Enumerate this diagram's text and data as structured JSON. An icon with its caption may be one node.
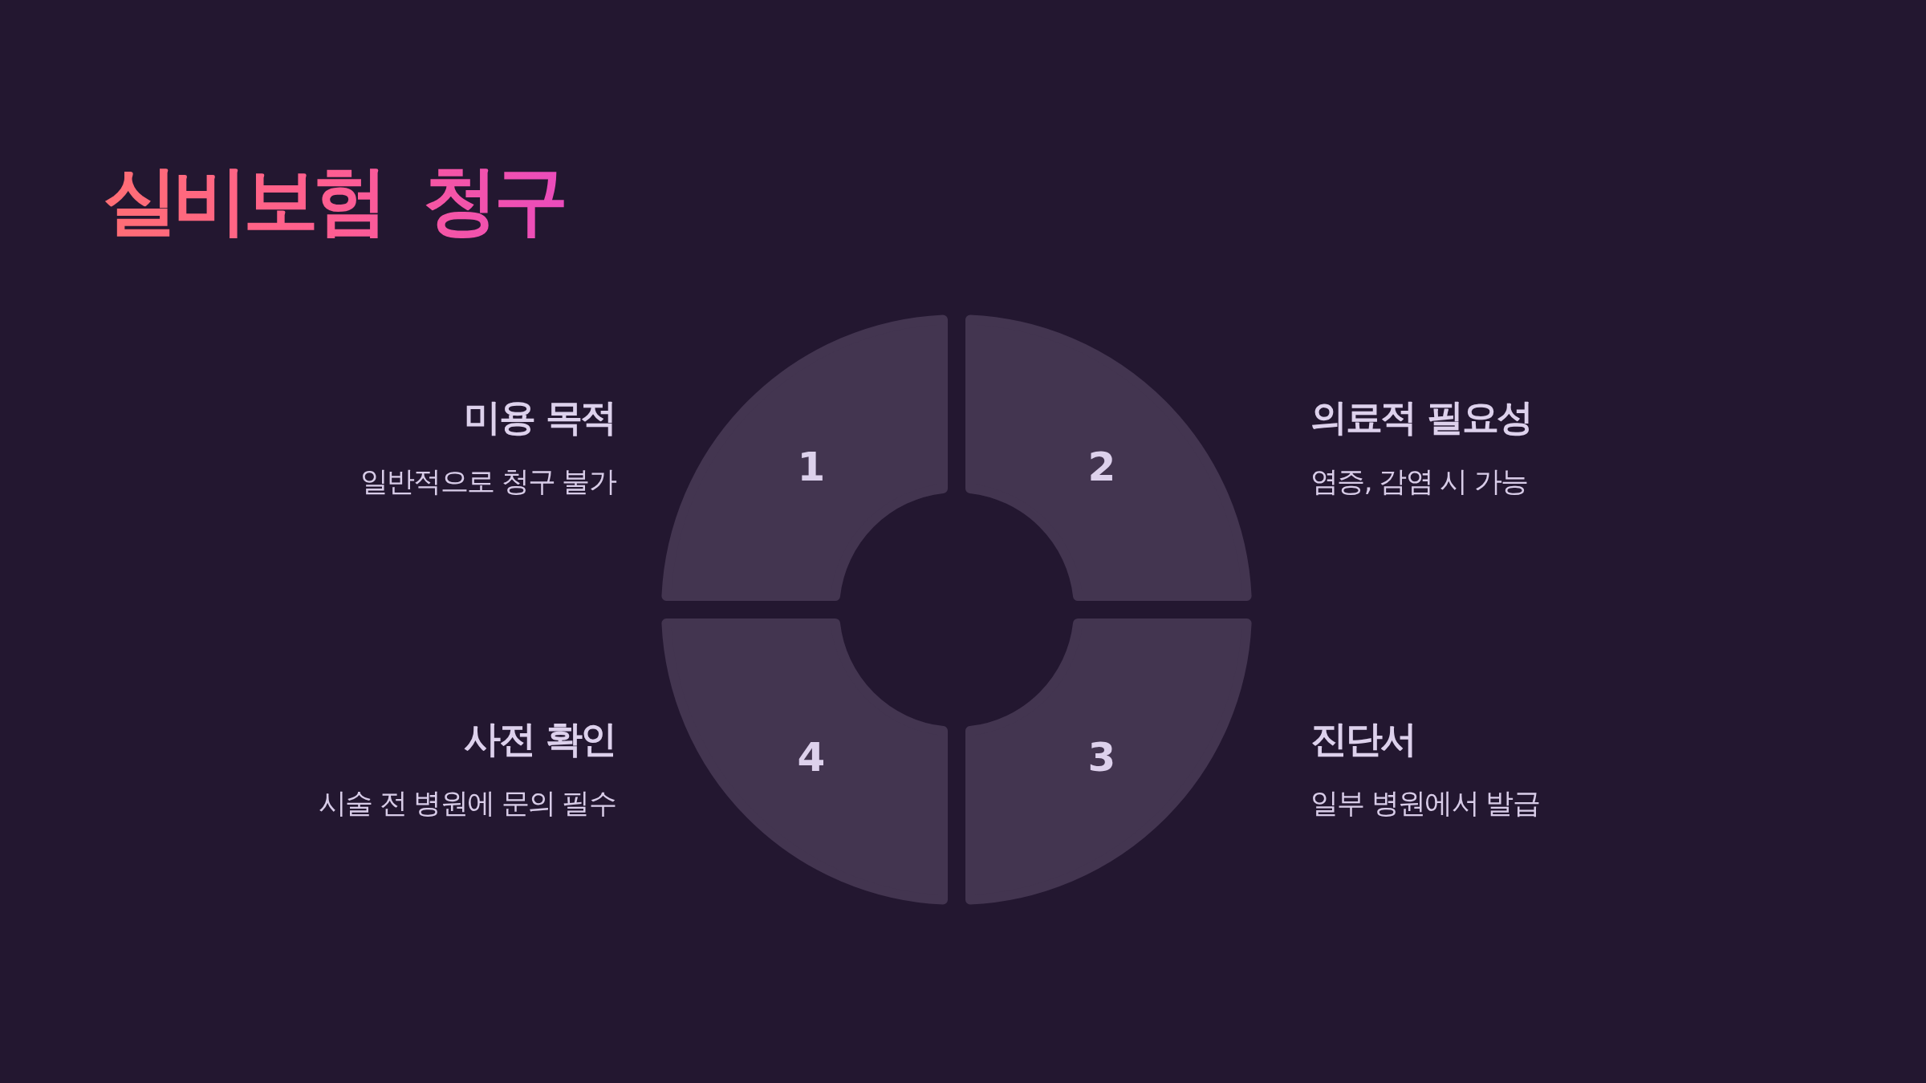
{
  "diagram": {
    "title": "실비보험 청구",
    "nodes": [
      {
        "text": [
          "1"
        ],
        "beside": [
          "미용 목적",
          "일반적으로 청구 불가"
        ]
      },
      {
        "text": [
          "2"
        ],
        "beside": [
          "의료적 필요성",
          "염증, 감염 시 가능"
        ]
      },
      {
        "text": [
          "3"
        ],
        "beside": [
          "진단서",
          "일부 병원에서 발급"
        ]
      },
      {
        "text": [
          "4"
        ],
        "beside": [
          "사전 확인",
          "시술 전 병원에 문의 필수"
        ]
      }
    ]
  }
}
